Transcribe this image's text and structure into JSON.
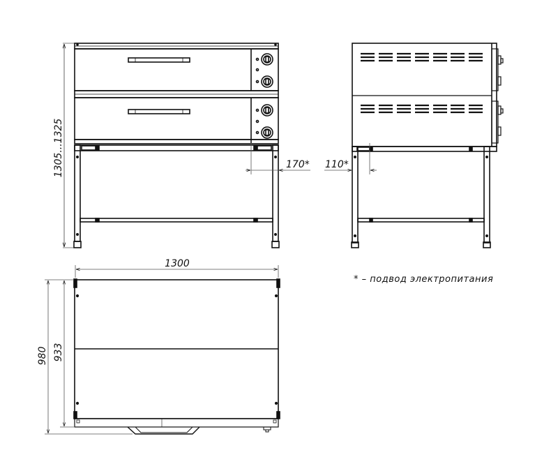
{
  "drawing": {
    "views": {
      "front": {
        "label": "front-view",
        "dimensions": {
          "height": "1305...1325",
          "power_offset_front": "170*"
        },
        "tiers": 2,
        "knobs_per_tier": 2
      },
      "side": {
        "label": "side-view",
        "dimensions": {
          "power_offset_side": "110*"
        },
        "vent_groups_per_tier": 7
      },
      "top": {
        "label": "top-view",
        "dimensions": {
          "width": "1300",
          "depth_total": "980",
          "depth_body": "933"
        }
      }
    },
    "note": "* – подвод электропитания",
    "colors": {
      "line": "#111111",
      "dim_line": "#555555",
      "background": "#ffffff"
    }
  }
}
